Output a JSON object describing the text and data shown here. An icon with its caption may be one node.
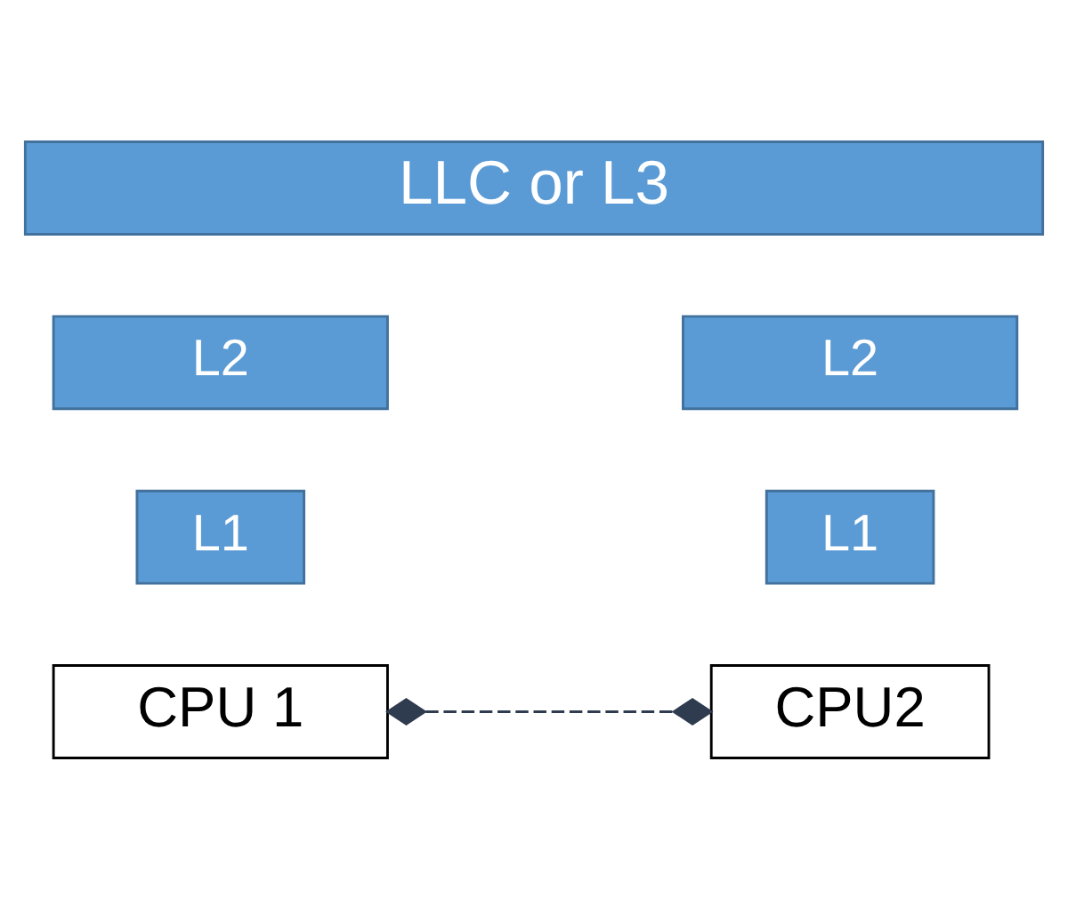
{
  "diagram": {
    "nodes": [
      {
        "text": [
          "LLC or L3"
        ]
      },
      {
        "text": [
          "L2"
        ]
      },
      {
        "text": [
          "L2"
        ]
      },
      {
        "text": [
          "L1"
        ]
      },
      {
        "text": [
          "L1"
        ]
      },
      {
        "text": [
          "CPU 1"
        ]
      },
      {
        "text": [
          "CPU2"
        ]
      }
    ],
    "edges": [
      {
        "from": 5,
        "to": 6,
        "arrow": "other",
        "style": "dashed"
      }
    ]
  }
}
